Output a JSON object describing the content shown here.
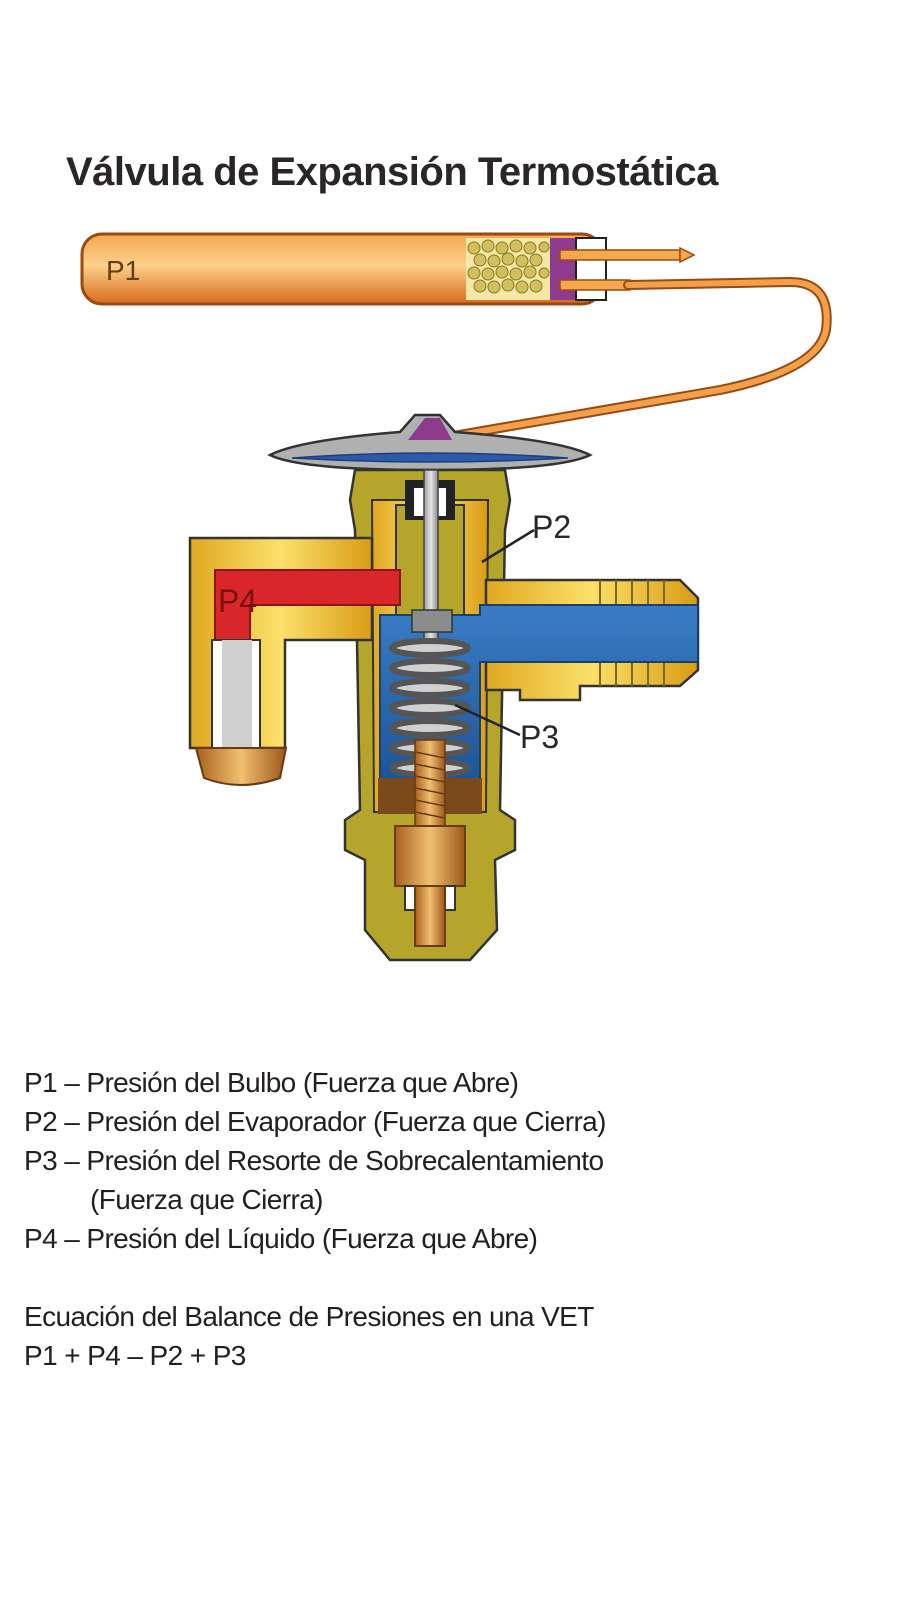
{
  "title": "Válvula de Expansión Termostática",
  "labels": {
    "p1": "P1",
    "p2": "P2",
    "p3": "P3",
    "p4": "P4"
  },
  "legend": [
    {
      "text": "P1 – Presión del Bulbo (Fuerza que Abre)"
    },
    {
      "text": "P2 – Presión del Evaporador (Fuerza que Cierra)"
    },
    {
      "text": "P3 – Presión del Resorte de Sobrecalentamiento"
    },
    {
      "text": "(Fuerza que Cierra)"
    },
    {
      "text": "P4 – Presión del Líquido (Fuerza que Abre)"
    }
  ],
  "equation": {
    "heading": "Ecuación del Balance de Presiones en una VET",
    "formula": "P1 + P4 – P2 + P3"
  },
  "colors": {
    "bulb_orange": "#f08a24",
    "tube_orange": "#e87c1e",
    "brass_yellow": "#f5c718",
    "olive": "#b5a62b",
    "liquid_red": "#d8262b",
    "vapor_blue": "#2b6cb3",
    "diaphragm_purple": "#8e3b8e",
    "steel_gray": "#8c8c8c",
    "bronze": "#c47a2c"
  }
}
